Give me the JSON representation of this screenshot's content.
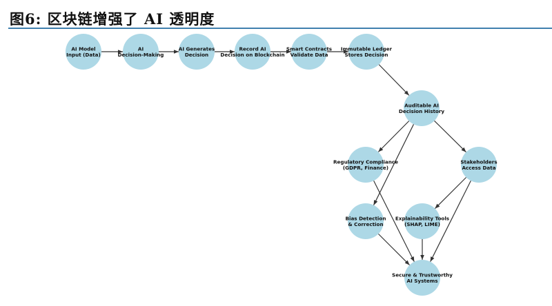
{
  "figure": {
    "title": "图6:  区块链增强了 AI 透明度"
  },
  "diagram": {
    "node_color": "#add8e6",
    "edge_color": "#333333",
    "nodes": [
      {
        "id": "input",
        "label": [
          "AI Model",
          "Input (Data)"
        ]
      },
      {
        "id": "decision-making",
        "label": [
          "AI",
          "Decision-Making"
        ]
      },
      {
        "id": "generates",
        "label": [
          "AI Generates",
          "Decision"
        ]
      },
      {
        "id": "record",
        "label": [
          "Record AI",
          "Decision on Blockchain"
        ]
      },
      {
        "id": "smart-contracts",
        "label": [
          "Smart Contracts",
          "Validate Data"
        ]
      },
      {
        "id": "ledger",
        "label": [
          "Immutable Ledger",
          "Stores Decision"
        ]
      },
      {
        "id": "auditable",
        "label": [
          "Auditable AI",
          "Decision History"
        ]
      },
      {
        "id": "regulatory",
        "label": [
          "Regulatory Compliance",
          "(GDPR, Finance)"
        ]
      },
      {
        "id": "stakeholders",
        "label": [
          "Stakeholders",
          "Access Data"
        ]
      },
      {
        "id": "bias",
        "label": [
          "Bias Detection",
          "& Correction"
        ]
      },
      {
        "id": "explainability",
        "label": [
          "Explainability Tools",
          "(SHAP, LIME)"
        ]
      },
      {
        "id": "secure",
        "label": [
          "Secure & Trustworthy",
          "AI Systems"
        ]
      }
    ],
    "edges": [
      [
        "input",
        "decision-making"
      ],
      [
        "decision-making",
        "generates"
      ],
      [
        "generates",
        "record"
      ],
      [
        "record",
        "smart-contracts"
      ],
      [
        "smart-contracts",
        "ledger"
      ],
      [
        "ledger",
        "auditable"
      ],
      [
        "auditable",
        "regulatory"
      ],
      [
        "auditable",
        "stakeholders"
      ],
      [
        "auditable",
        "bias"
      ],
      [
        "regulatory",
        "secure"
      ],
      [
        "stakeholders",
        "explainability"
      ],
      [
        "stakeholders",
        "secure"
      ],
      [
        "bias",
        "secure"
      ],
      [
        "explainability",
        "secure"
      ]
    ]
  }
}
